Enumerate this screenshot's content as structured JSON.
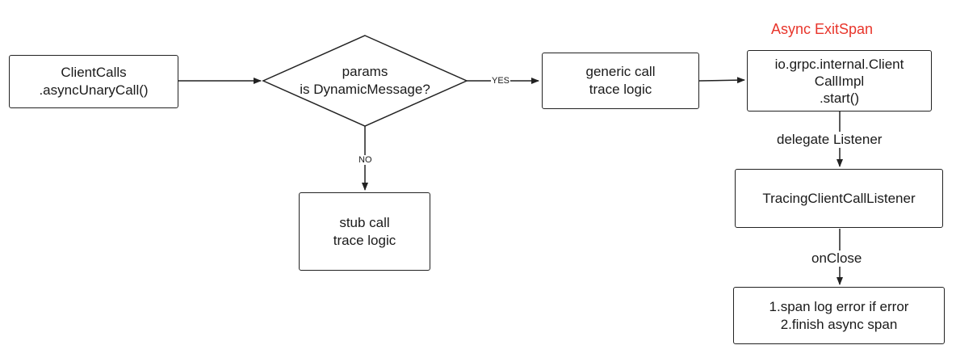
{
  "annotation": {
    "title": "Async ExitSpan",
    "color": "#e8352b"
  },
  "nodes": {
    "client_calls": [
      "ClientCalls",
      ".asyncUnaryCall()"
    ],
    "decision": [
      "params",
      "is DynamicMessage?"
    ],
    "generic_call": [
      "generic call",
      "trace logic"
    ],
    "client_call_impl": [
      "io.grpc.internal.Client",
      "CallImpl",
      ".start()"
    ],
    "stub_call": [
      "stub call",
      "trace logic"
    ],
    "tracing_listener": [
      "TracingClientCallListener"
    ],
    "finish": [
      "1.span log error if error",
      "2.finish async span"
    ]
  },
  "edge_labels": {
    "yes": "YES",
    "no": "NO",
    "delegate": "delegate Listener",
    "on_close": "onClose"
  }
}
